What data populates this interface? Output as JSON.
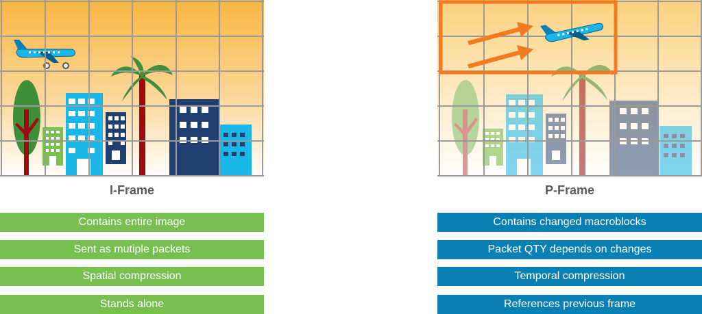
{
  "i_frame": {
    "title": "I-Frame",
    "color": "#77c04f",
    "features": [
      "Contains entire image",
      "Sent as mutiple packets",
      "Spatial compression",
      "Stands alone"
    ]
  },
  "p_frame": {
    "title": "P-Frame",
    "color": "#0b80b4",
    "features": [
      "Contains changed macroblocks",
      "Packet QTY depends on changes",
      "Temporal compression",
      "References previous frame"
    ]
  },
  "colors": {
    "sky_top": "#f8b540",
    "sky_bottom": "#ffffff",
    "grid": "#9a9a9a",
    "highlight_box": "#f47a20",
    "motion_arrow": "#f47a20"
  }
}
